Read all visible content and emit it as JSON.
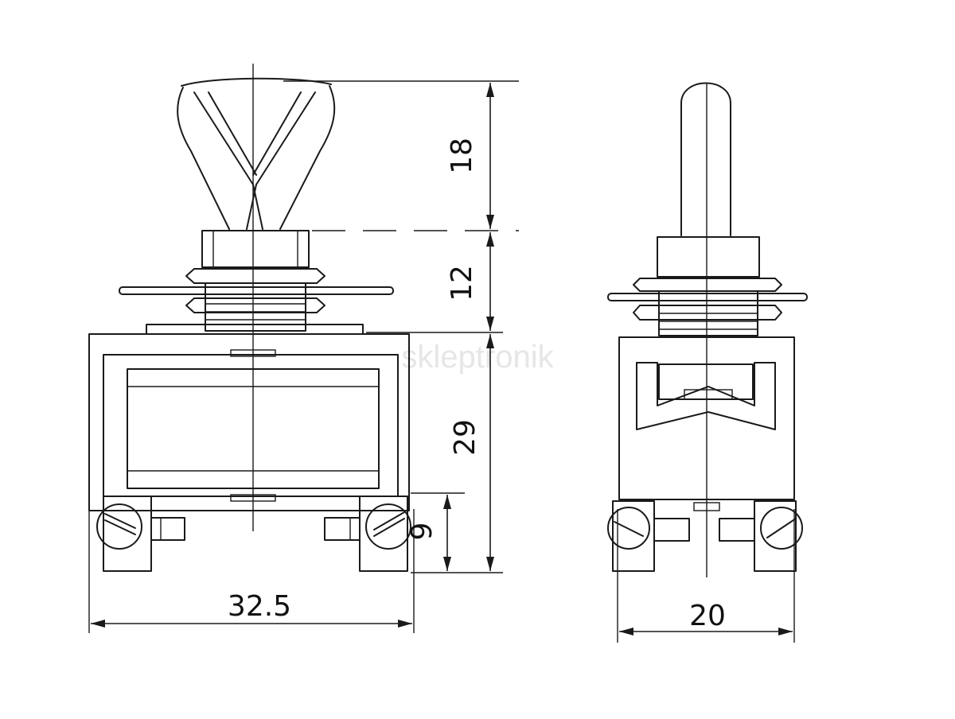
{
  "watermark": "skleptronik",
  "dimensions": {
    "lever_height": "18",
    "bushing_height": "12",
    "body_height": "29",
    "terminal_height": "9",
    "body_width": "32.5",
    "side_width": "20"
  }
}
